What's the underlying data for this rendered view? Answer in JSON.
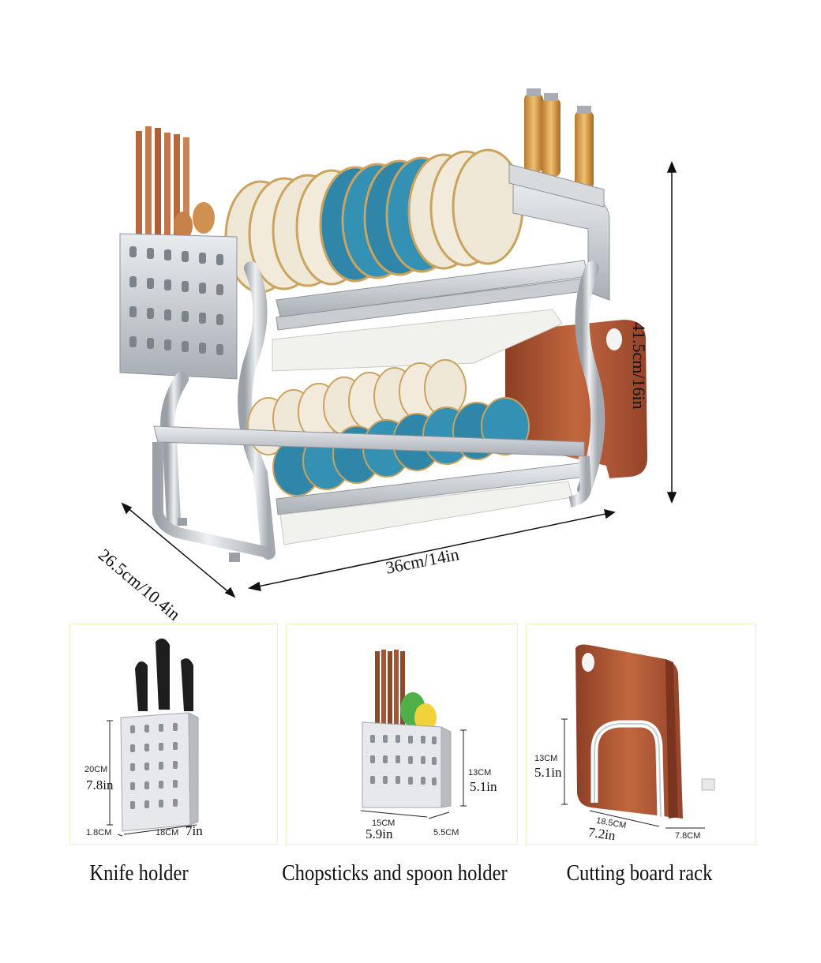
{
  "main_rack": {
    "height_label": "41.5cm/16in",
    "width_label": "36cm/14in",
    "depth_label": "26.5cm/10.4in"
  },
  "accessories": [
    {
      "caption": "Knife holder",
      "height_cm": "20CM",
      "height_in": "7.8in",
      "width_cm": "18CM",
      "width_in": "7in",
      "depth_cm": "1.8CM"
    },
    {
      "caption": "Chopsticks and spoon holder",
      "height_cm": "13CM",
      "height_in": "5.1in",
      "width_cm": "15CM",
      "width_in": "5.9in",
      "depth_cm": "5.5CM"
    },
    {
      "caption": "Cutting board rack",
      "height_cm": "13CM",
      "height_in": "5.1in",
      "width_cm": "18.5CM",
      "width_in": "7.2in",
      "depth_cm": "7.8CM"
    }
  ],
  "colors": {
    "steel": "#c9ccd0",
    "steel_dark": "#8e9399",
    "plate_blue": "#2f86a8",
    "plate_cream": "#efe7d6",
    "wood": "#b0583a",
    "panel_border": "#f1edc4"
  }
}
